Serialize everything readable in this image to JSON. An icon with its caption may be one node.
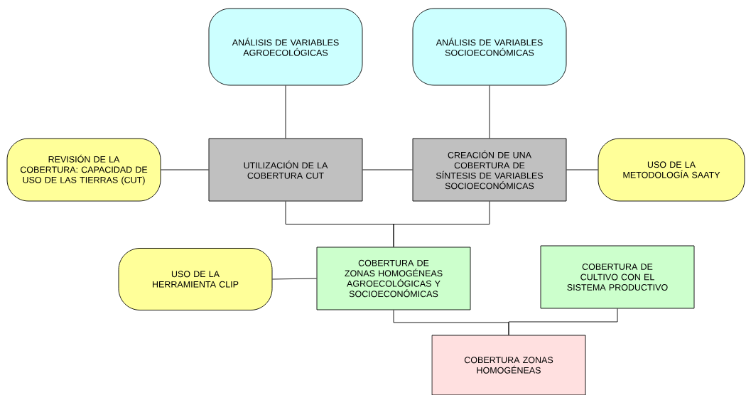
{
  "diagram": {
    "nodes": [
      {
        "text": [
          "ANÁLISIS DE VARIABLES AGROECOLÓGICAS"
        ]
      },
      {
        "text": [
          "ANÁLISIS DE VARIABLES SOCIOECONÓMICAS"
        ]
      },
      {
        "text": [
          "REVISIÓN DE LA COBERTURA: CAPACIDAD DE USO DE LAS TIERRAS (CUT)"
        ]
      },
      {
        "text": [
          "UTILIZACIÓN DE LA COBERTURA CUT"
        ]
      },
      {
        "text": [
          "CREACIÓN DE UNA COBERTURA DE SÍNTESIS DE VARIABLES SOCIOECONÓMICAS"
        ]
      },
      {
        "text": [
          "USO DE LA METODOLOGÍA SAATY"
        ]
      },
      {
        "text": [
          "USO DE LA HERRAMIENTA CLIP"
        ]
      },
      {
        "text": [
          "COBERTURA DE ZONAS HOMOGÉNEAS AGROECOLÓGICAS Y SOCIOECONÓMICAS"
        ]
      },
      {
        "text": [
          "COBERTURA DE CULTIVO CON EL SISTEMA PRODUCTIVO"
        ]
      },
      {
        "text": [
          "COBERTURA ZONAS HOMOGÉNEAS"
        ]
      }
    ],
    "edges": [
      {
        "from": 0,
        "to": 3,
        "arrow": "none"
      },
      {
        "from": 1,
        "to": 4,
        "arrow": "none"
      },
      {
        "from": 2,
        "to": 3,
        "arrow": "none"
      },
      {
        "from": 3,
        "to": 4,
        "arrow": "none"
      },
      {
        "from": 4,
        "to": 5,
        "arrow": "none"
      },
      {
        "from": 3,
        "to": 7,
        "arrow": "none"
      },
      {
        "from": 4,
        "to": 7,
        "arrow": "none"
      },
      {
        "from": 6,
        "to": 7,
        "arrow": "none"
      },
      {
        "from": 7,
        "to": 9,
        "arrow": "none"
      },
      {
        "from": 8,
        "to": 9,
        "arrow": "none"
      }
    ]
  }
}
